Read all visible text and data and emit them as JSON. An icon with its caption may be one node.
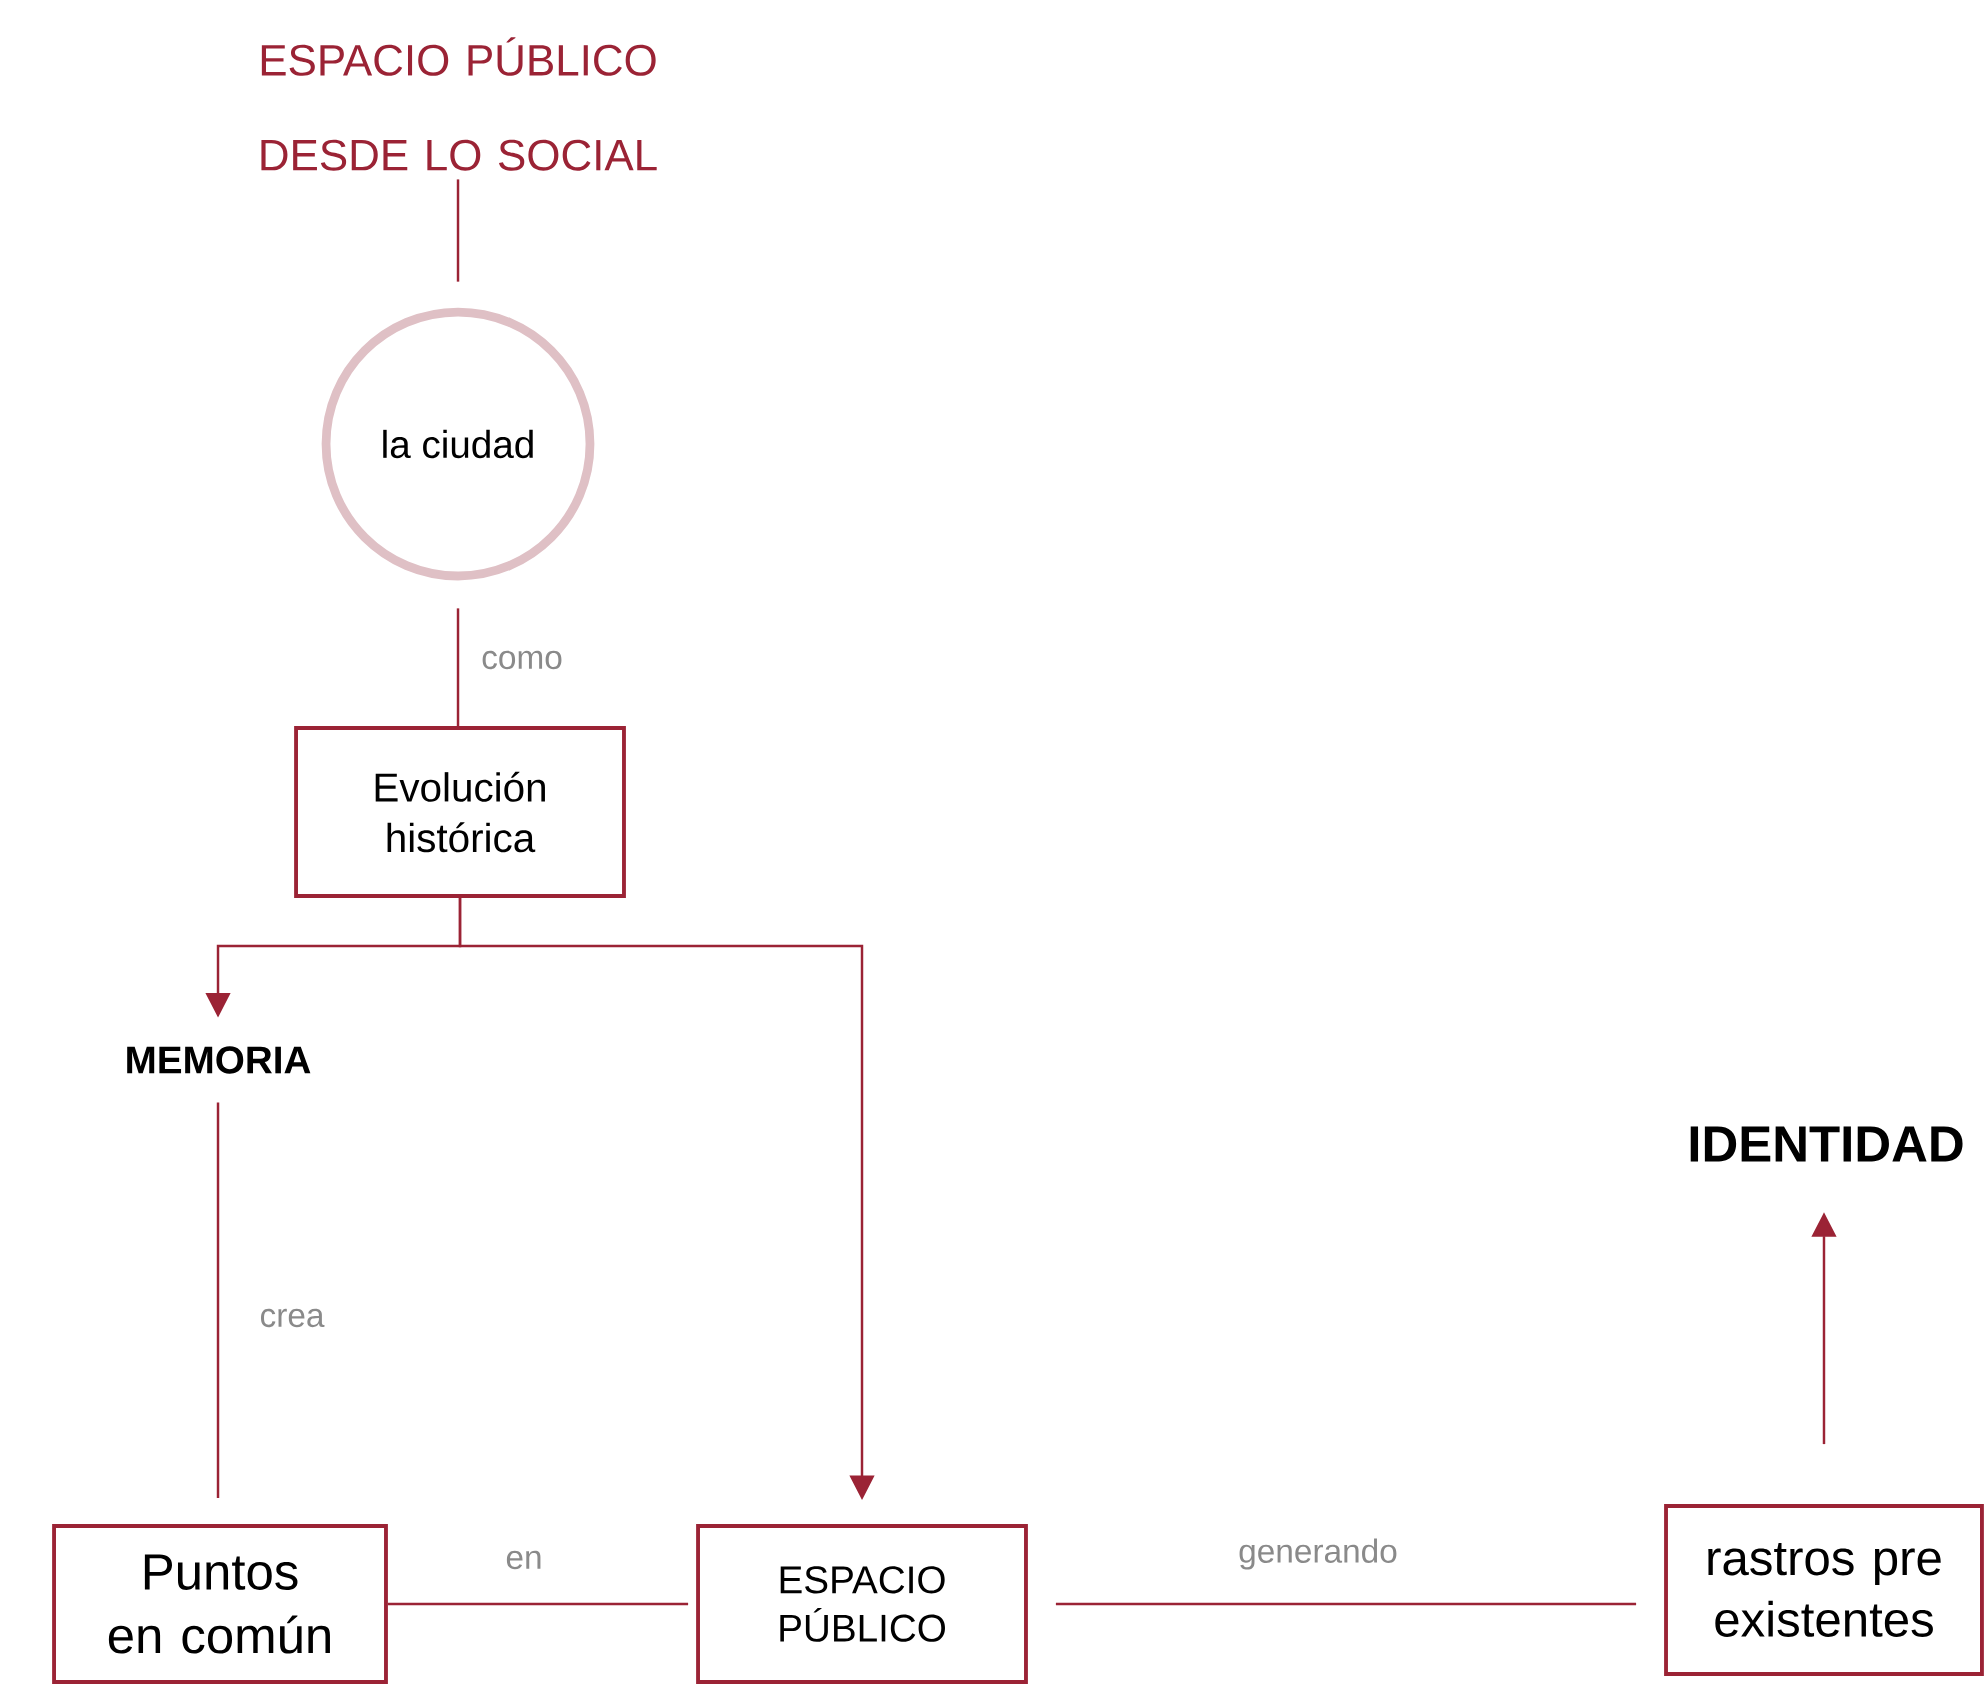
{
  "diagram": {
    "nodes": [
      {
        "text": [
          "ESPACIO PÚBLICO DESDE LO SOCIAL"
        ]
      },
      {
        "text": [
          "la ciudad"
        ]
      },
      {
        "text": [
          "Evolución histórica"
        ]
      },
      {
        "text": [
          "MEMORIA"
        ]
      },
      {
        "text": [
          "Puntos en común"
        ]
      },
      {
        "text": [
          "ESPACIO PÚBLICO"
        ]
      },
      {
        "text": [
          "rastros pre existentes"
        ]
      },
      {
        "text": [
          "IDENTIDAD"
        ]
      }
    ],
    "edges": [
      {
        "from": 0,
        "to": 1,
        "arrow": "none"
      },
      {
        "from": 1,
        "to": 2,
        "arrow": "none",
        "label": "como"
      },
      {
        "from": 2,
        "to": 3,
        "arrow": "to"
      },
      {
        "from": 2,
        "to": 5,
        "arrow": "to"
      },
      {
        "from": 3,
        "to": 4,
        "arrow": "none",
        "label": "crea"
      },
      {
        "from": 4,
        "to": 5,
        "arrow": "none",
        "label": "en"
      },
      {
        "from": 5,
        "to": 6,
        "arrow": "none",
        "label": "generando"
      },
      {
        "from": 6,
        "to": 7,
        "arrow": "to"
      }
    ]
  }
}
